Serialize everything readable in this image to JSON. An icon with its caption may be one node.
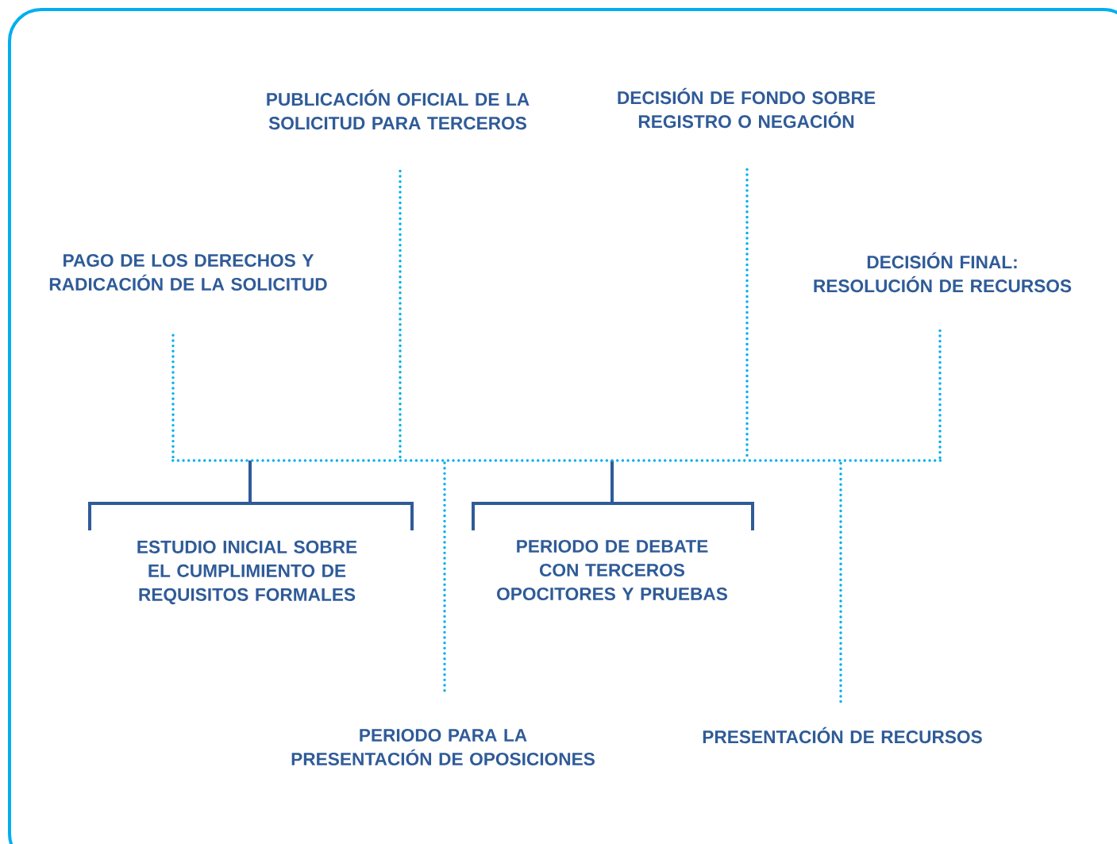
{
  "diagram": {
    "nodes": [
      {
        "text": [
          "PUBLICACIÓN OFICIAL DE LA SOLICITUD PARA TERCEROS"
        ]
      },
      {
        "text": [
          "DECISIÓN DE FONDO SOBRE REGISTRO O NEGACIÓN"
        ]
      },
      {
        "text": [
          "PAGO DE LOS DERECHOS Y RADICACIÓN DE LA SOLICITUD"
        ]
      },
      {
        "text": [
          "DECISIÓN FINAL: RESOLUCIÓN DE RECURSOS"
        ]
      },
      {
        "text": [],
        "shape": "bar"
      },
      {
        "text": [
          "ESTUDIO INICIAL SOBRE EL CUMPLIMIENTO DE REQUISITOS FORMALES"
        ]
      },
      {
        "text": [
          "PERIODO DE DEBATE CON TERCEROS OPOCITORES Y PRUEBAS"
        ]
      },
      {
        "text": [
          "PERIODO PARA LA PRESENTACIÓN DE OPOSICIONES"
        ]
      },
      {
        "text": [
          "PRESENTACIÓN DE RECURSOS"
        ]
      }
    ],
    "edges": [
      {
        "from": 2,
        "to": 4,
        "arrow": "none"
      },
      {
        "from": 0,
        "to": 4,
        "arrow": "none"
      },
      {
        "from": 1,
        "to": 4,
        "arrow": "none"
      },
      {
        "from": 3,
        "to": 4,
        "arrow": "none"
      },
      {
        "from": 7,
        "to": 4,
        "arrow": "none"
      },
      {
        "from": 8,
        "to": 4,
        "arrow": "none"
      }
    ]
  }
}
